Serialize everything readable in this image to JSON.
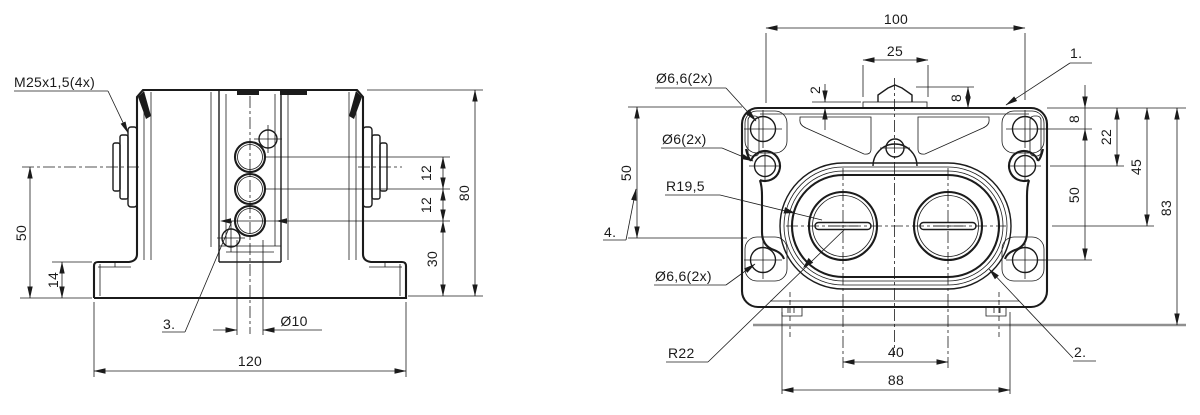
{
  "drawing": {
    "background": "#ffffff",
    "line_color": "#1b1b1b",
    "ground_line_color": "#8f8f8f",
    "front_view": {
      "labels": {
        "thread_callout": "M25x1,5(4x)",
        "note_3": "3.",
        "hole_dia": "Ø10"
      },
      "dims": {
        "height_center": "50",
        "foot_height": "14",
        "width": "120",
        "pitch_upper": "12",
        "pitch_lower": "12",
        "bottom_offset": "30",
        "height": "80"
      }
    },
    "side_view": {
      "labels": {
        "bolt_holes_top": "Ø6,6(2x)",
        "pin_holes": "Ø6(2x)",
        "pocket_radius": "R19,5",
        "bolt_holes_bottom": "Ø6,6(2x)",
        "outer_radius": "R22",
        "note_1": "1.",
        "note_2": "2.",
        "note_4": "4."
      },
      "dims": {
        "bolt_span": "100",
        "clip_width": "25",
        "plate_thickness": "2",
        "clip_height": "8",
        "edge_to_hole": "8",
        "edge_to_pin": "22",
        "edge_to_center": "45",
        "hole_span_right": "50",
        "hole_span_left": "50",
        "height": "83",
        "gland_pitch": "40",
        "base_width": "88"
      }
    }
  }
}
